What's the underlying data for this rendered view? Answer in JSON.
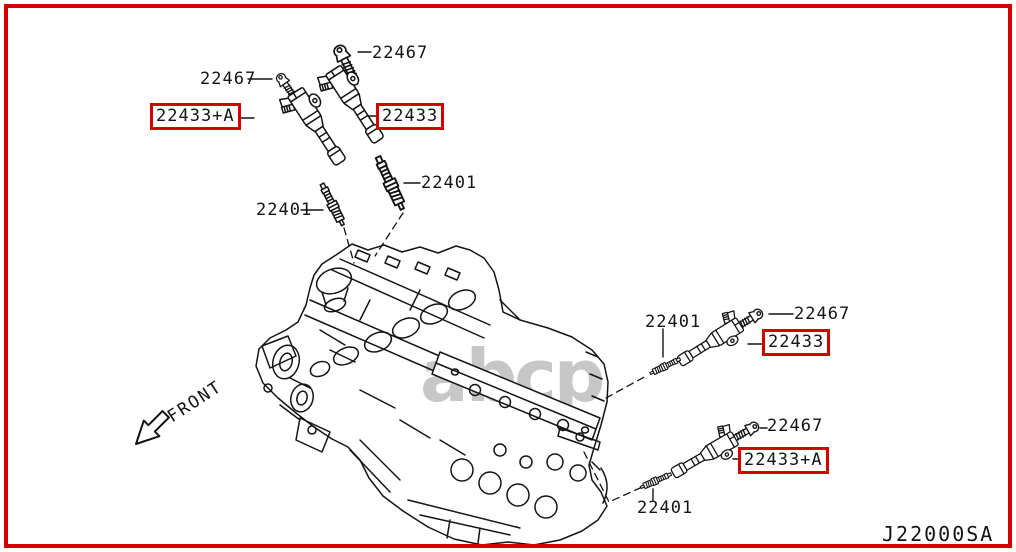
{
  "diagram": {
    "drawing_code": "J22000SA",
    "orientation_label": "FRONT",
    "watermark": "abcp",
    "colors": {
      "highlight_red": "#d40000",
      "line_black": "#141414",
      "watermark_gray": "#9b9b9b"
    },
    "labels": {
      "bolt_top": "22467",
      "bolt_left": "22467",
      "coil_left": "22433+A",
      "coil_mid": "22433",
      "plug_left": "22401",
      "plug_mid": "22401",
      "plug_right_upper": "22401",
      "bolt_right_upper": "22467",
      "coil_right_upper": "22433",
      "plug_right_lower": "22401",
      "bolt_right_lower": "22467",
      "coil_right_lower": "22433+A"
    },
    "highlighted_parts": [
      "22433+A",
      "22433",
      "22433",
      "22433+A"
    ]
  }
}
